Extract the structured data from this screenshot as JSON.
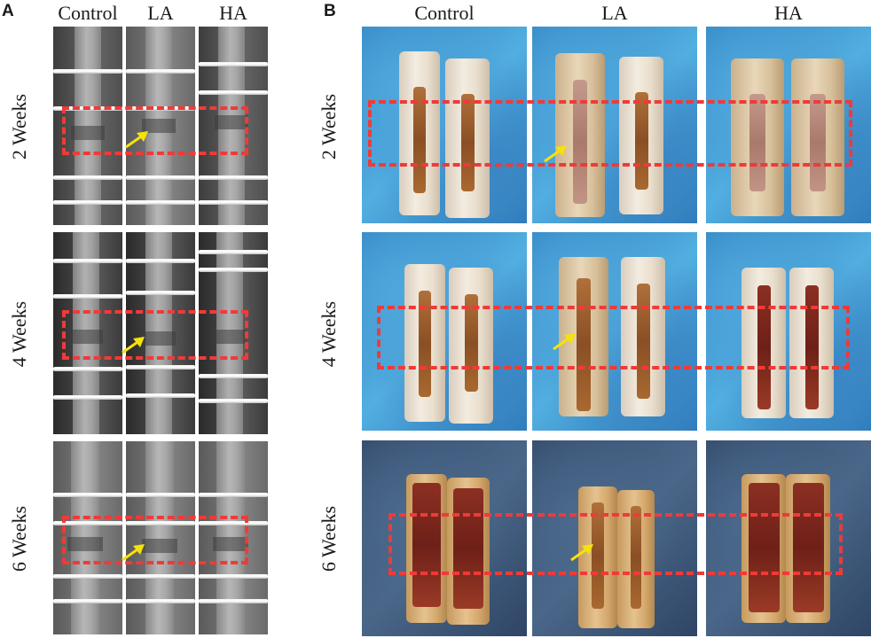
{
  "panels": [
    {
      "letter": "A",
      "columns": [
        "Control",
        "LA",
        "HA"
      ]
    },
    {
      "letter": "B",
      "columns": [
        "Control",
        "LA",
        "HA"
      ]
    }
  ],
  "rows": [
    "2 Weeks",
    "4 Weeks",
    "6 Weeks"
  ],
  "colors": {
    "roi_box": "#f03a38",
    "arrow": "#f5e20a",
    "drape_blue": "#3f93d0",
    "drape_navy": "#3f5a7c"
  },
  "icons": {
    "arrow": "arrow-icon"
  }
}
